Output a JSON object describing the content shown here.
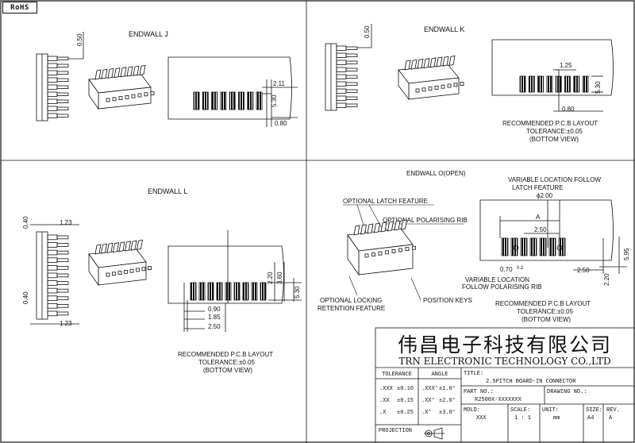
{
  "badge": "RoHS",
  "views": {
    "j": {
      "title": "ENDWALL J",
      "dim_side": "0.50",
      "dim_a": "2.11",
      "dim_b": "5.30",
      "dim_c": "0.80"
    },
    "k": {
      "title": "ENDWALL K",
      "dim_side": "0.50",
      "dim_a": "1.25",
      "dim_b": "5.30",
      "dim_c": "0.80",
      "note1": "RECOMMENDED P.C.B LAYOUT",
      "note2": "TOLERANCE:±0.05",
      "note3": "(BOTTOM VIEW)"
    },
    "l": {
      "title": "ENDWALL L",
      "dim_top": "1.23",
      "dim_bot": "1.23",
      "dim_v1": "0.40",
      "dim_v2": "0.40",
      "dim_a": "2.20",
      "dim_b": "3.60",
      "dim_c": "5.30",
      "dim_d": "0.90",
      "dim_e": "1.85",
      "dim_f": "2.50",
      "note1": "RECOMMENDED P.C.B LAYOUT",
      "note2": "TOLERANCE:±0.05",
      "note3": "(BOTTOM VIEW)"
    },
    "o": {
      "title": "ENDWALL O(OPEN)",
      "latch": "OPTIONAL LATCH FEATURE",
      "polar": "OPTIONAL POLARISING RIB",
      "var1a": "VARIABLE LOCATION FOLLOW",
      "var1b": "LATCH FEATURE",
      "phi": "ϕ2.00",
      "dim_A": "A",
      "dim_250": "2.50",
      "dim_070": "0.70",
      "dim_02": "0.2",
      "dim_250b": "2.50",
      "dim_595": "5.95",
      "dim_220": "2.20",
      "var2a": "VARIABLE LOCATION",
      "var2b": "FOLLOW POLARISING RIB",
      "lock1": "OPTIONAL LOCKING",
      "lock2": "RETENTION FEATURE",
      "keys": "POSITION KEYS",
      "note1": "RECOMMENDED P.C.B LAYOUT",
      "note2": "TOLERANCE:±0.05",
      "note3": "(BOTTOM VIEW)"
    }
  },
  "title_block": {
    "company_cn": "伟昌电子科技有限公司",
    "company_en": "TRN ELECTRONIC TECHNOLOGY CO.,LTD",
    "tolerance_hdr": "TOLERANCE",
    "angle_hdr": "ANGLE",
    "rows": [
      {
        "tol_k": ".XXX",
        "tol_v": "±0.10",
        "ang_k": ".XXX°",
        "ang_v": "±1.0°"
      },
      {
        "tol_k": ".XX",
        "tol_v": "±0.15",
        "ang_k": ".XX°",
        "ang_v": "±2.0°"
      },
      {
        "tol_k": ".X",
        "tol_v": "±0.25",
        "ang_k": ".X°",
        "ang_v": "±3.0°"
      }
    ],
    "title_lbl": "TITLE:",
    "title_val": "2.5PITCH BOARD-IN CONNECTOR",
    "part_lbl": "PART NO.:",
    "part_val": "R2500X-XXXXXXX",
    "drawing_lbl": "DRAWING NO.:",
    "mold_lbl": "MOLD:",
    "mold_val": "XXX",
    "scale_lbl": "SCALE:",
    "scale_val": "1 : 1",
    "unit_lbl": "UNIT:",
    "unit_val": "mm",
    "size_lbl": "SIZE:",
    "size_val": "A4",
    "rev_lbl": "REV.",
    "rev_val": "A",
    "projection_lbl": "PROJECTION"
  }
}
